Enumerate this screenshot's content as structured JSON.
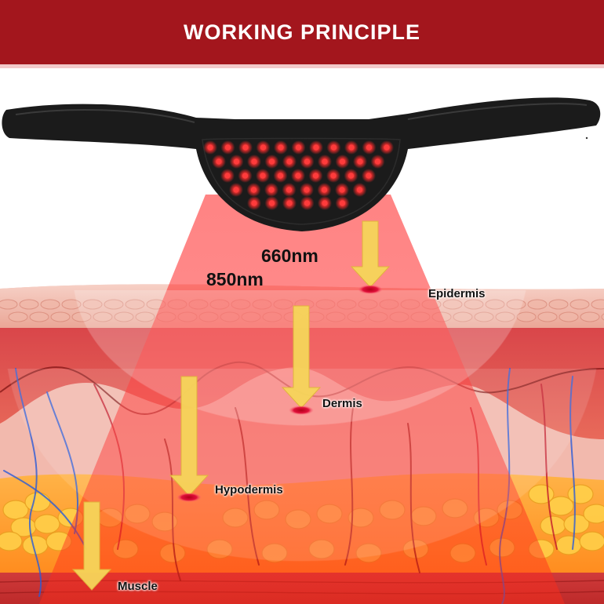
{
  "header": {
    "title": "WORKING PRINCIPLE"
  },
  "wavelengths": [
    {
      "label": "660nm"
    },
    {
      "label": "850nm"
    }
  ],
  "layers": [
    {
      "label": "Epidermis"
    },
    {
      "label": "Dermis"
    },
    {
      "label": "Hypodermis"
    },
    {
      "label": "Muscle"
    }
  ],
  "colors": {
    "header_bg": "#a3161d",
    "light_beam": "#ff2a2a",
    "arrow": "#f6d55a",
    "led": "#ff2b2b",
    "band": "#1b1b1b"
  }
}
